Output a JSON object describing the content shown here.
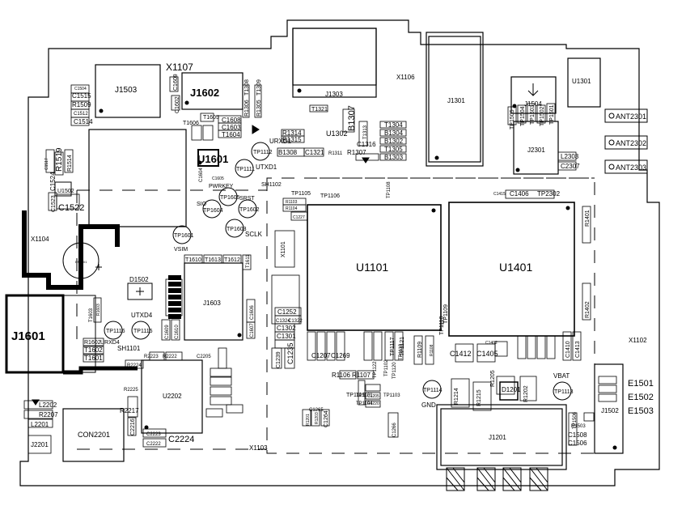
{
  "components": {
    "x1107": "X1107",
    "j1503": "J1503",
    "j1602": "J1602",
    "j1303": "J1303",
    "x1106": "X1106",
    "j1301": "J1301",
    "u1301": "U1301",
    "j1504": "J1504",
    "j2301": "J2301",
    "ant2301": "ANT2301",
    "ant2302": "ANT2302",
    "ant2303": "ANT2303",
    "c1515": "C1515",
    "c1504": "C1504",
    "r1509": "R1509",
    "c1512": "C1512",
    "c1514": "C1514",
    "c1609": "C1609",
    "c1602": "C1602",
    "t1605": "T1605",
    "t1606": "T1606",
    "c1608": "C1608",
    "c1603": "C1603",
    "t1604": "T1604",
    "r1306": "R1306",
    "t1308": "T1308",
    "r1305": "R1305",
    "t1309": "T1309",
    "t1321": "T1321",
    "r1314": "R1314",
    "r1315": "R1315",
    "u1302": "U1302",
    "b1307": "B1307",
    "t1313": "T1313",
    "t1304": "T1304",
    "b1304": "B1304",
    "b1302": "B1302",
    "t1305": "T1305",
    "b1303": "B1303",
    "c1316": "C1316",
    "b1308": "B1308",
    "c1321": "C1321",
    "r1311": "R1311",
    "r1307": "R1307",
    "urxd1": "URXD1",
    "utxd1": "UTXD1",
    "tp1112": "TP1112",
    "tp1111": "TP1111",
    "u1601": "U1601",
    "c1604": "C1604",
    "c1605": "C1605",
    "pwrkey": "PWRKEY",
    "tp1605": "TP1605",
    "srst": "SRST",
    "sio": "SIO",
    "tp1604": "TP1604",
    "tp1602": "TP1602",
    "tp1603": "TP1603",
    "sclk": "SCLK",
    "tp1601": "TP1601",
    "vsim": "VSIM",
    "sh1102": "SH1102",
    "tp1105": "TP1105",
    "tp1106": "TP1106",
    "tp1108": "TP1108",
    "r1103": "R1103",
    "r1104": "R1104",
    "c1227": "C1227",
    "c1415": "C1415",
    "c1406": "C1406",
    "tp2302": "TP2302",
    "tp1505": "TP1505",
    "tp1504": "TP1504",
    "tp1503": "TP1503",
    "tp1502": "TP1502",
    "tp1501": "TP1501",
    "l2303": "L2303",
    "c2307": "C2307",
    "c1517": "C1517",
    "r1519": "R1519",
    "r1514": "R1514",
    "c1524": "C1524",
    "u1502": "U1502",
    "c1523": "C1523",
    "c1522": "C1522",
    "x1104": "X1104",
    "bat": "BR1201",
    "x1101": "X1101",
    "u1101": "U1101",
    "u1401": "U1401",
    "r1401": "R1401",
    "r1402": "R1402",
    "x1102": "X1102",
    "d1502": "D1502",
    "t1610": "T1610",
    "t1613": "T1613",
    "t1612": "T1612",
    "t1611": "T1611",
    "j1603": "J1603",
    "t1603": "T1603",
    "r1603": "R1603",
    "c1606": "C1606",
    "c1607": "C1607",
    "c1609b": "C1609",
    "c1610": "C1610",
    "j1601": "J1601",
    "utxd4": "UTXD4",
    "tp1116": "TP1116",
    "tp1115": "TP1115",
    "r1602": "R1602",
    "urxd4": "URXD4",
    "t1602": "T1602",
    "t1601": "T1601",
    "sh1101": "SH1101",
    "r2223": "R2223",
    "r2222": "R2222",
    "c2205": "C2205",
    "r2224": "R2224",
    "r2225": "R2225",
    "r2217": "R2217",
    "c2216": "C2216",
    "u2202": "U2202",
    "c2223": "C2223",
    "c2222": "C2222",
    "c2224": "C2224",
    "l2202": "L2202",
    "r2207": "R2207",
    "l2201": "L2201",
    "j2201": "J2201",
    "con2201": "CON2201",
    "x1103": "X1103",
    "c1252": "C1252",
    "c1324": "C1324",
    "c1322": "C1322",
    "c1302": "C1302",
    "c1301": "C1301",
    "c1239": "C1239",
    "c1235": "C1235",
    "c1207": "C1207",
    "c1269": "C1269",
    "tp1117": "TP1117",
    "tp1121": "TP1121",
    "r1109": "R1109",
    "r1108": "R1108",
    "tp1109": "TP1109",
    "tp1110": "TP1110",
    "c1412": "C1412",
    "c1405": "C1405",
    "c1402": "C1402",
    "c1410": "C1410",
    "c1413": "C1413",
    "r1106": "R1106",
    "r1107": "R1107",
    "tp1119": "TP1119",
    "tp1122": "TP1122",
    "tp1102": "TP1102",
    "tp1120": "TP1120",
    "tp1101": "TP1101",
    "tp1104": "TP1104",
    "tp1103": "TP1103",
    "tp1118": "TP1118",
    "tp1114": "TP1114",
    "gnd": "GND",
    "r1214": "R1214",
    "r1215": "R1215",
    "r1205": "R1205",
    "d1201": "D1201",
    "r1202": "R1202",
    "vbat": "VBAT",
    "tp1113": "TP1113",
    "j1502": "J1502",
    "e1501": "E1501",
    "e1502": "E1502",
    "e1503": "E1503",
    "r1503": "R1503",
    "c1508": "C1508",
    "c1506": "C1506",
    "tp1506": "TP1506",
    "j1201": "J1201",
    "c1265": "C1265",
    "c1264": "C1264",
    "c1266": "C1266",
    "r1201": "R1201",
    "r1203": "R1203",
    "c1205": "C1205",
    "r1220": "R1220"
  }
}
